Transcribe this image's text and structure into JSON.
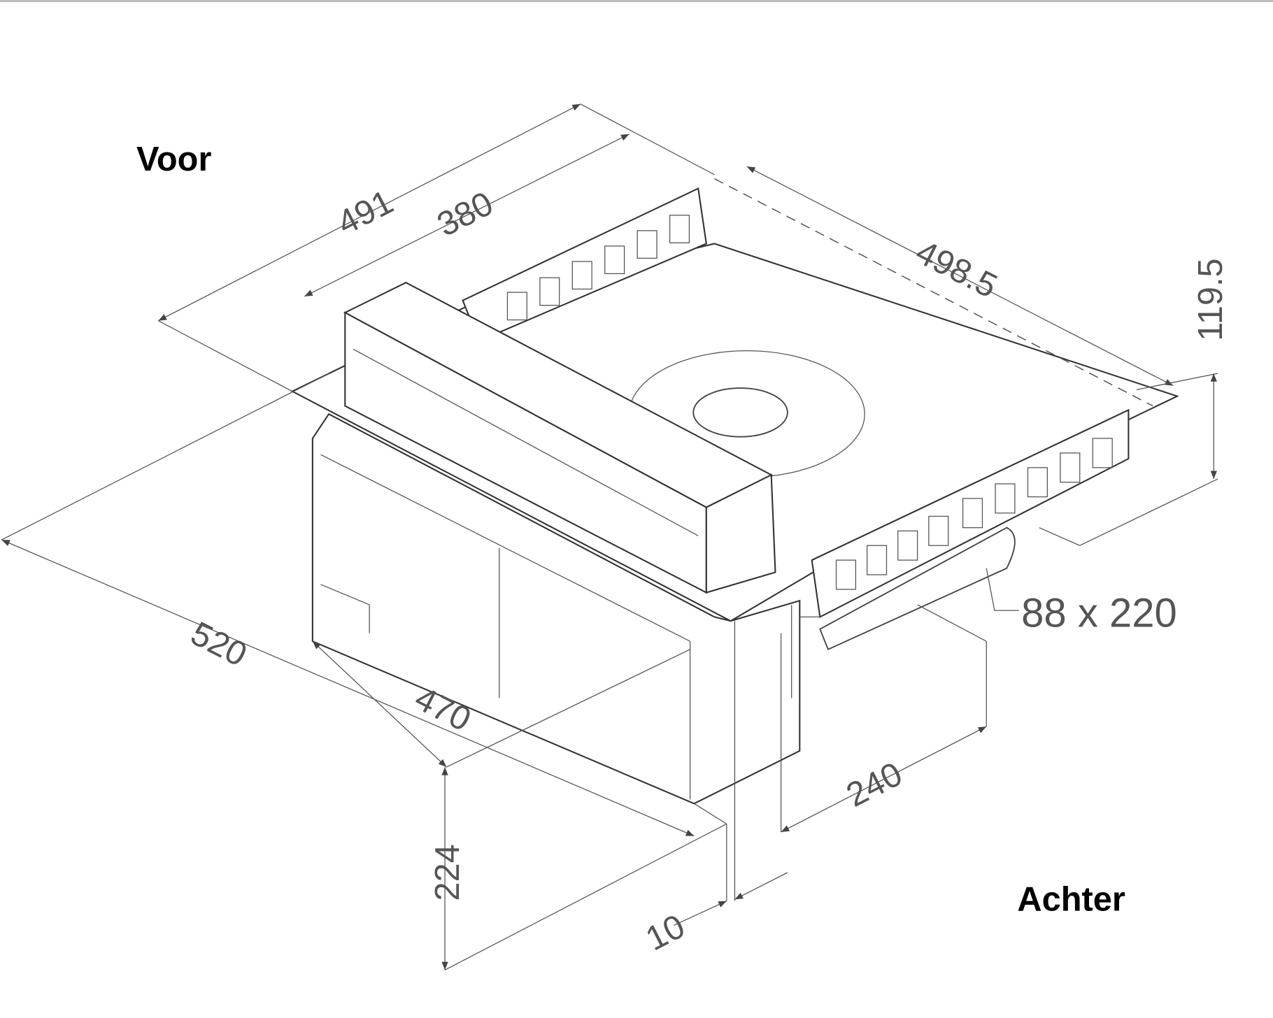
{
  "labels": {
    "front": "Voor",
    "back": "Achter"
  },
  "dimensions": {
    "d491": "491",
    "d380": "380",
    "d498_5": "498.5",
    "d119_5": "119.5",
    "d520": "520",
    "d470": "470",
    "d224": "224",
    "d10": "10",
    "d240": "240",
    "outlet": "88 x 220"
  },
  "colors": {
    "line": "#444444",
    "dimension_text": "#555555"
  }
}
